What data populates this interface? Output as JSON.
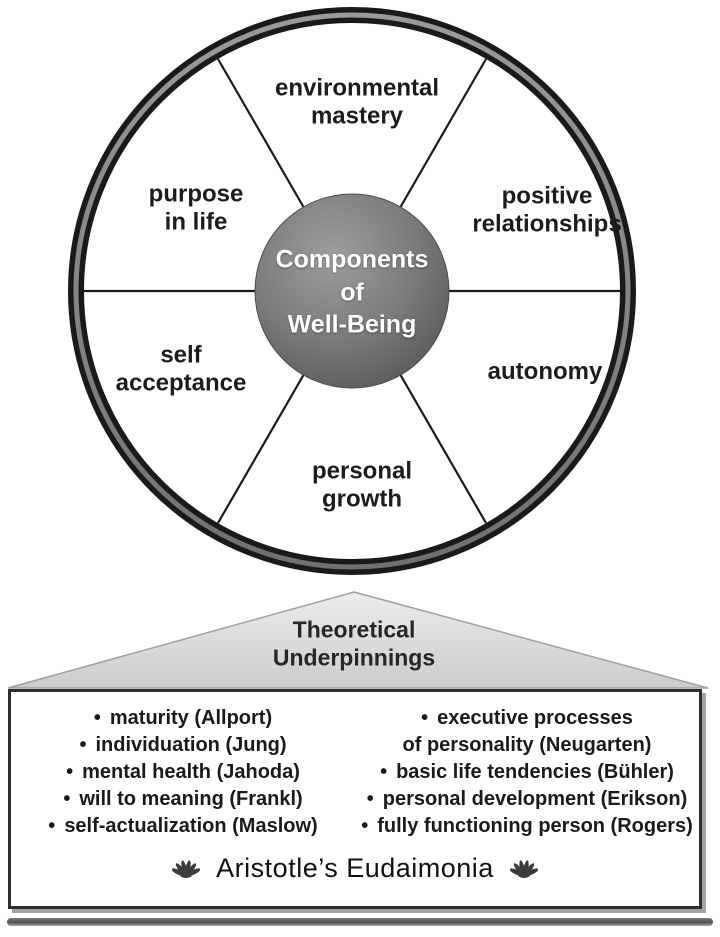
{
  "diagram_title": "Components of Well-Being",
  "colors": {
    "background": "#ffffff",
    "ink": "#1c1c1c",
    "ring_dark": "#1a1a1a",
    "ring_highlight": "#8f8f8f",
    "hub_fill": "#747474",
    "hub_text": "#ffffff",
    "triangle_fill": "#dedede",
    "triangle_stroke": "#a0a0a0",
    "panel_border": "#2e2e2e",
    "panel_shadow": "#a2a2a2"
  },
  "wheel": {
    "hub": {
      "lines": [
        "Components",
        "of",
        "Well-Being"
      ]
    },
    "segments": [
      {
        "id": "environmental-mastery",
        "lines": [
          "environmental",
          "mastery"
        ]
      },
      {
        "id": "positive-relationships",
        "lines": [
          "positive",
          "relationships"
        ]
      },
      {
        "id": "autonomy",
        "lines": [
          "autonomy"
        ]
      },
      {
        "id": "personal-growth",
        "lines": [
          "personal",
          "growth"
        ]
      },
      {
        "id": "self-acceptance",
        "lines": [
          "self",
          "acceptance"
        ]
      },
      {
        "id": "purpose-in-life",
        "lines": [
          "purpose",
          "in life"
        ]
      }
    ]
  },
  "arrow": {
    "lines": [
      "Theoretical",
      "Underpinnings"
    ]
  },
  "panel": {
    "bullet_char": "•",
    "left_column": [
      {
        "bullet": "•",
        "text": "maturity (Allport)"
      },
      {
        "bullet": "•",
        "text": "individuation (Jung)"
      },
      {
        "bullet": "•",
        "text": "mental health (Jahoda)"
      },
      {
        "bullet": "•",
        "text": "will to meaning (Frankl)"
      },
      {
        "bullet": "•",
        "text": "self-actualization (Maslow)"
      }
    ],
    "right_column": [
      {
        "bullet": "•",
        "text": "executive processes"
      },
      {
        "bullet": "",
        "text": "of personality (Neugarten)"
      },
      {
        "bullet": "•",
        "text": "basic life tendencies (Bühler)"
      },
      {
        "bullet": "•",
        "text": "personal development (Erikson)"
      },
      {
        "bullet": "•",
        "text": "fully functioning person (Rogers)"
      }
    ],
    "footer": "Aristotle’s Eudaimonia"
  }
}
